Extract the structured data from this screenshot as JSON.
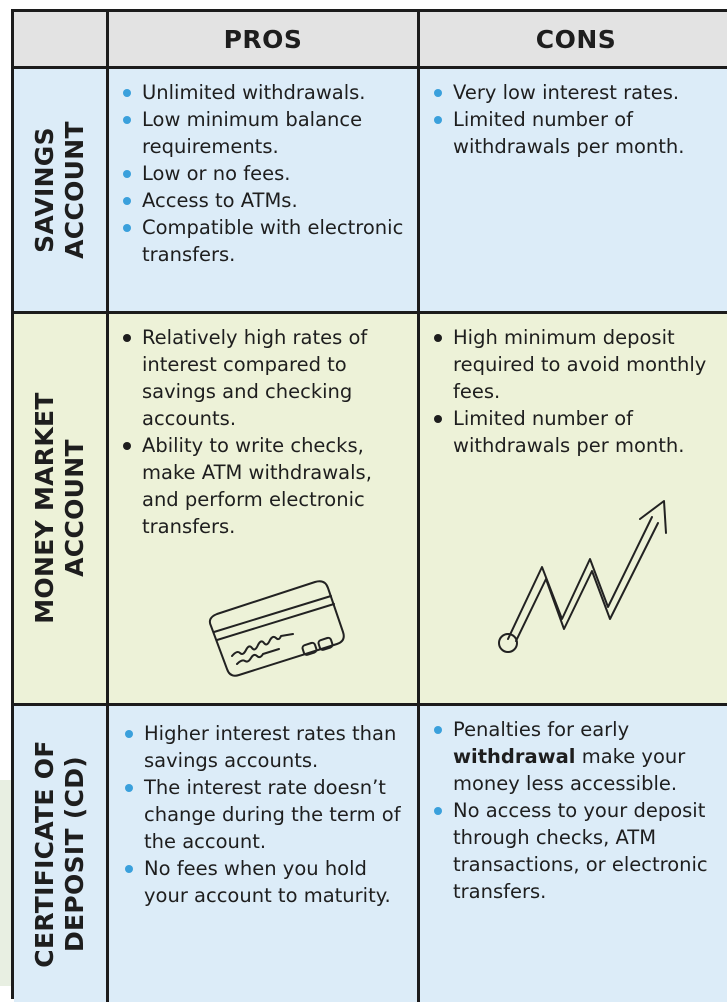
{
  "headers": {
    "pros": "PROS",
    "cons": "CONS"
  },
  "rows": [
    {
      "label_lines": [
        "SAVINGS",
        "ACCOUNT"
      ],
      "pros": [
        "Unlimited withdrawals.",
        "Low minimum balance requirements.",
        "Low or no fees.",
        "Access to ATMs.",
        "Compatible with electronic transfers."
      ],
      "cons": [
        "Very low interest rates.",
        "Limited number of withdrawals per month."
      ]
    },
    {
      "label_lines": [
        "MONEY MARKET",
        "ACCOUNT"
      ],
      "pros": [
        "Relatively high rates of interest compared to savings and checking accounts.",
        "Ability to write checks, make ATM withdrawals, and perform electronic transfers."
      ],
      "cons": [
        "High minimum deposit required to avoid monthly fees.",
        "Limited number of withdrawals per month."
      ]
    },
    {
      "label_lines": [
        "CERTIFICATE OF",
        "DEPOSIT (CD)"
      ],
      "pros": [
        "Higher interest rates than savings accounts.",
        "The interest rate doesn’t change during the term of the account.",
        "No fees when you hold your account to maturity."
      ],
      "cons_first": {
        "before": "Penalties for early ",
        "bold": "withdrawal",
        "after": " make your money less accessible."
      },
      "cons": [
        "No access to your deposit through checks, ATM transactions, or electronic transfers."
      ]
    }
  ],
  "colors": {
    "blue_fill": "#dcecf8",
    "green_fill": "#edf2d8",
    "header_fill": "#e3e3e3",
    "bullet_blue": "#3aa0dc"
  },
  "icons": [
    "credit-card-icon",
    "rising-arrow-icon"
  ]
}
